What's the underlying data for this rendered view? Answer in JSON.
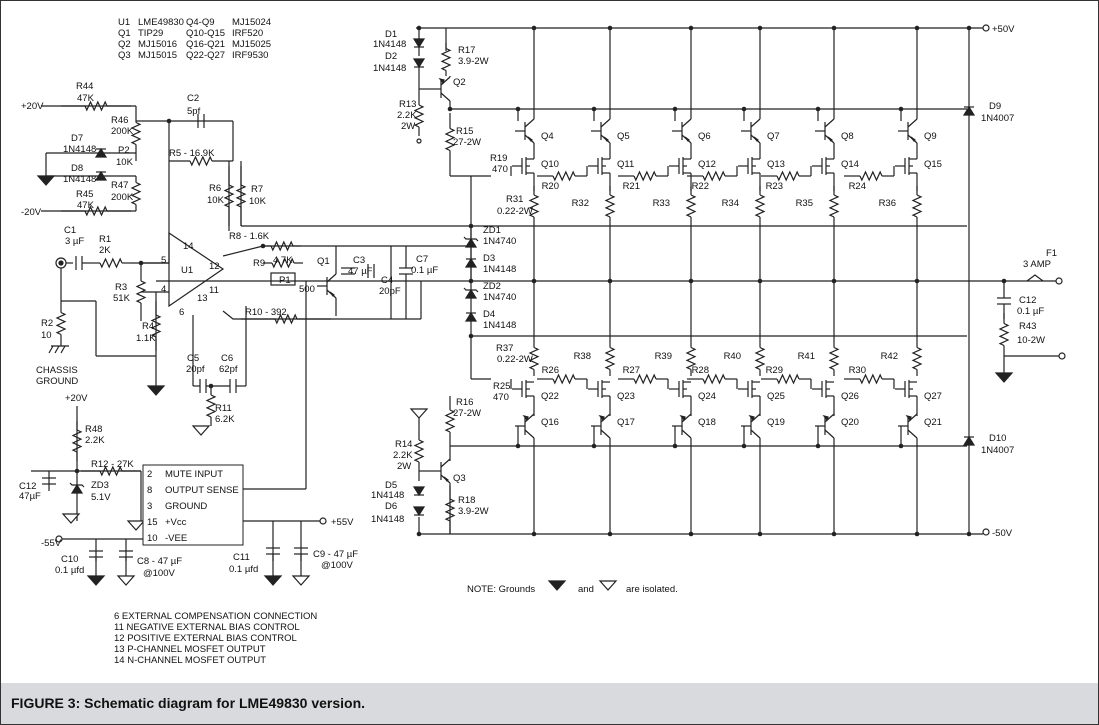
{
  "parts_list": [
    {
      "ref": "U1",
      "part": "LME49830"
    },
    {
      "ref": "Q1",
      "part": "TIP29"
    },
    {
      "ref": "Q2",
      "part": "MJ15016"
    },
    {
      "ref": "Q3",
      "part": "MJ15015"
    },
    {
      "ref": "Q4-Q9",
      "part": "MJ15024"
    },
    {
      "ref": "Q10-Q15",
      "part": "IRF520"
    },
    {
      "ref": "Q16-Q21",
      "part": "MJ15025"
    },
    {
      "ref": "Q22-Q27",
      "part": "IRF9530"
    }
  ],
  "labels": [
    {
      "id": "d1",
      "text": "D1"
    },
    {
      "id": "d1v",
      "text": "1N4148"
    },
    {
      "id": "d2",
      "text": "D2"
    },
    {
      "id": "d2v",
      "text": "1N4148"
    },
    {
      "id": "r17",
      "text": "R17"
    },
    {
      "id": "r17v",
      "text": "3.9-2W"
    },
    {
      "id": "q2",
      "text": "Q2"
    },
    {
      "id": "r13",
      "text": "R13"
    },
    {
      "id": "r13v1",
      "text": "2.2K"
    },
    {
      "id": "r13v2",
      "text": "2W"
    },
    {
      "id": "r15",
      "text": "R15"
    },
    {
      "id": "r15v",
      "text": "27-2W"
    },
    {
      "id": "p50",
      "text": "+50V"
    },
    {
      "id": "m50",
      "text": "-50V"
    },
    {
      "id": "d9",
      "text": "D9"
    },
    {
      "id": "d9v",
      "text": "1N4007"
    },
    {
      "id": "d10",
      "text": "D10"
    },
    {
      "id": "d10v",
      "text": "1N4007"
    },
    {
      "id": "f1",
      "text": "F1"
    },
    {
      "id": "f1v",
      "text": "3 AMP"
    },
    {
      "id": "c12r",
      "text": "C12"
    },
    {
      "id": "c12rv",
      "text": "0.1 µF"
    },
    {
      "id": "r43",
      "text": "R43"
    },
    {
      "id": "r43v",
      "text": "10-2W"
    },
    {
      "id": "p20",
      "text": "+20V"
    },
    {
      "id": "r44",
      "text": "R44"
    },
    {
      "id": "r44v",
      "text": "47K"
    },
    {
      "id": "r46",
      "text": "R46"
    },
    {
      "id": "r46v",
      "text": "200K"
    },
    {
      "id": "d7",
      "text": "D7"
    },
    {
      "id": "d7v",
      "text": "1N4148"
    },
    {
      "id": "p2",
      "text": "P2"
    },
    {
      "id": "p2v",
      "text": "10K"
    },
    {
      "id": "d8",
      "text": "D8"
    },
    {
      "id": "d8v",
      "text": "1N4148"
    },
    {
      "id": "r47",
      "text": "R47"
    },
    {
      "id": "r47v",
      "text": "200K"
    },
    {
      "id": "r45",
      "text": "R45"
    },
    {
      "id": "r45v",
      "text": "47K"
    },
    {
      "id": "m20",
      "text": "-20V"
    },
    {
      "id": "c2",
      "text": "C2"
    },
    {
      "id": "c2v",
      "text": "5pf"
    },
    {
      "id": "r5",
      "text": "R5 - 16.9K"
    },
    {
      "id": "r6",
      "text": "R6"
    },
    {
      "id": "r6v",
      "text": "10K"
    },
    {
      "id": "r7",
      "text": "R7"
    },
    {
      "id": "r7v",
      "text": "10K"
    },
    {
      "id": "c1",
      "text": "C1"
    },
    {
      "id": "c1v",
      "text": "3 µF"
    },
    {
      "id": "r1",
      "text": "R1"
    },
    {
      "id": "r1v",
      "text": "2K"
    },
    {
      "id": "r3",
      "text": "R3"
    },
    {
      "id": "r3v",
      "text": "51K"
    },
    {
      "id": "r2",
      "text": "R2"
    },
    {
      "id": "r2v",
      "text": "10"
    },
    {
      "id": "chassis1",
      "text": "CHASSIS"
    },
    {
      "id": "chassis2",
      "text": "GROUND"
    },
    {
      "id": "r4",
      "text": "R4"
    },
    {
      "id": "r4v",
      "text": "1.1K"
    },
    {
      "id": "u1",
      "text": "U1"
    },
    {
      "id": "pin14",
      "text": "14"
    },
    {
      "id": "pin5",
      "text": "5"
    },
    {
      "id": "pin4",
      "text": "4"
    },
    {
      "id": "pin12",
      "text": "12"
    },
    {
      "id": "pin11",
      "text": "11"
    },
    {
      "id": "pin13",
      "text": "13"
    },
    {
      "id": "pin6",
      "text": "6"
    },
    {
      "id": "r8",
      "text": "R8 - 1.6K"
    },
    {
      "id": "r9",
      "text": "R9"
    },
    {
      "id": "r9v",
      "text": "4.7K"
    },
    {
      "id": "p1",
      "text": "P1"
    },
    {
      "id": "p1v",
      "text": "500"
    },
    {
      "id": "q1",
      "text": "Q1"
    },
    {
      "id": "c3",
      "text": "C3"
    },
    {
      "id": "c3v",
      "text": "47 µF"
    },
    {
      "id": "c4",
      "text": "C4"
    },
    {
      "id": "c4v",
      "text": "20pF"
    },
    {
      "id": "c7",
      "text": "C7"
    },
    {
      "id": "c7v",
      "text": "0.1 µF"
    },
    {
      "id": "r10",
      "text": "R10 - 392"
    },
    {
      "id": "c5",
      "text": "C5"
    },
    {
      "id": "c5v",
      "text": "20pf"
    },
    {
      "id": "c6",
      "text": "C6"
    },
    {
      "id": "c6v",
      "text": "62pf"
    },
    {
      "id": "r11",
      "text": "R11"
    },
    {
      "id": "r11v",
      "text": "6.2K"
    },
    {
      "id": "zd1",
      "text": "ZD1"
    },
    {
      "id": "zd1v",
      "text": "1N4740"
    },
    {
      "id": "d3",
      "text": "D3"
    },
    {
      "id": "d3v",
      "text": "1N4148"
    },
    {
      "id": "zd2",
      "text": "ZD2"
    },
    {
      "id": "zd2v",
      "text": "1N4740"
    },
    {
      "id": "d4",
      "text": "D4"
    },
    {
      "id": "d4v",
      "text": "1N4148"
    },
    {
      "id": "r19",
      "text": "R19"
    },
    {
      "id": "r19v",
      "text": "470"
    },
    {
      "id": "r31",
      "text": "R31"
    },
    {
      "id": "r31v",
      "text": "0.22-2W"
    },
    {
      "id": "r37",
      "text": "R37"
    },
    {
      "id": "r37v",
      "text": "0.22-2W"
    },
    {
      "id": "r25",
      "text": "R25"
    },
    {
      "id": "r25v",
      "text": "470"
    },
    {
      "id": "r16",
      "text": "R16"
    },
    {
      "id": "r16v",
      "text": "27-2W"
    },
    {
      "id": "r14",
      "text": "R14"
    },
    {
      "id": "r14v1",
      "text": "2.2K"
    },
    {
      "id": "r14v2",
      "text": "2W"
    },
    {
      "id": "q3",
      "text": "Q3"
    },
    {
      "id": "d5",
      "text": "D5"
    },
    {
      "id": "d5v",
      "text": "1N4148"
    },
    {
      "id": "d6",
      "text": "D6"
    },
    {
      "id": "d6v",
      "text": "1N4148"
    },
    {
      "id": "r18",
      "text": "R18"
    },
    {
      "id": "r18v",
      "text": "3.9-2W"
    },
    {
      "id": "q4",
      "text": "Q4"
    },
    {
      "id": "q5",
      "text": "Q5"
    },
    {
      "id": "q6",
      "text": "Q6"
    },
    {
      "id": "q7",
      "text": "Q7"
    },
    {
      "id": "q8",
      "text": "Q8"
    },
    {
      "id": "q9",
      "text": "Q9"
    },
    {
      "id": "q10",
      "text": "Q10"
    },
    {
      "id": "q11",
      "text": "Q11"
    },
    {
      "id": "q12",
      "text": "Q12"
    },
    {
      "id": "q13",
      "text": "Q13"
    },
    {
      "id": "q14",
      "text": "Q14"
    },
    {
      "id": "q15",
      "text": "Q15"
    },
    {
      "id": "r20",
      "text": "R20"
    },
    {
      "id": "r21",
      "text": "R21"
    },
    {
      "id": "r22",
      "text": "R22"
    },
    {
      "id": "r23",
      "text": "R23"
    },
    {
      "id": "r24",
      "text": "R24"
    },
    {
      "id": "r32",
      "text": "R32"
    },
    {
      "id": "r33",
      "text": "R33"
    },
    {
      "id": "r34",
      "text": "R34"
    },
    {
      "id": "r35",
      "text": "R35"
    },
    {
      "id": "r36",
      "text": "R36"
    },
    {
      "id": "r38",
      "text": "R38"
    },
    {
      "id": "r39",
      "text": "R39"
    },
    {
      "id": "r40",
      "text": "R40"
    },
    {
      "id": "r41",
      "text": "R41"
    },
    {
      "id": "r42",
      "text": "R42"
    },
    {
      "id": "r26",
      "text": "R26"
    },
    {
      "id": "r27",
      "text": "R27"
    },
    {
      "id": "r28",
      "text": "R28"
    },
    {
      "id": "r29",
      "text": "R29"
    },
    {
      "id": "r30",
      "text": "R30"
    },
    {
      "id": "q22",
      "text": "Q22"
    },
    {
      "id": "q23",
      "text": "Q23"
    },
    {
      "id": "q24",
      "text": "Q24"
    },
    {
      "id": "q25",
      "text": "Q25"
    },
    {
      "id": "q26",
      "text": "Q26"
    },
    {
      "id": "q27",
      "text": "Q27"
    },
    {
      "id": "q16",
      "text": "Q16"
    },
    {
      "id": "q17",
      "text": "Q17"
    },
    {
      "id": "q18",
      "text": "Q18"
    },
    {
      "id": "q19",
      "text": "Q19"
    },
    {
      "id": "q20",
      "text": "Q20"
    },
    {
      "id": "q21",
      "text": "Q21"
    },
    {
      "id": "p20b",
      "text": "+20V"
    },
    {
      "id": "r48",
      "text": "R48"
    },
    {
      "id": "r48v",
      "text": "2.2K"
    },
    {
      "id": "r12",
      "text": "R12 - 27K"
    },
    {
      "id": "c12l",
      "text": "C12"
    },
    {
      "id": "c12lv",
      "text": "47µF"
    },
    {
      "id": "zd3",
      "text": "ZD3"
    },
    {
      "id": "zd3v",
      "text": "5.1V"
    },
    {
      "id": "m55",
      "text": "-55V"
    },
    {
      "id": "p55",
      "text": "+55V"
    },
    {
      "id": "c10",
      "text": "C10"
    },
    {
      "id": "c10v",
      "text": "0.1 µfd"
    },
    {
      "id": "c8",
      "text": "C8 - 47 µF"
    },
    {
      "id": "c8v",
      "text": "@100V"
    },
    {
      "id": "c11",
      "text": "C11"
    },
    {
      "id": "c11v",
      "text": "0.1 µfd"
    },
    {
      "id": "c9",
      "text": "C9 - 47 µF"
    },
    {
      "id": "c9v",
      "text": "@100V"
    },
    {
      "id": "note_a",
      "text": "NOTE:  Grounds"
    },
    {
      "id": "note_b",
      "text": "and"
    },
    {
      "id": "note_c",
      "text": "are isolated."
    }
  ],
  "pin_table": [
    {
      "pin": "2",
      "name": "MUTE INPUT"
    },
    {
      "pin": "8",
      "name": "OUTPUT SENSE"
    },
    {
      "pin": "3",
      "name": "GROUND"
    },
    {
      "pin": "15",
      "name": "+Vcc"
    },
    {
      "pin": "10",
      "name": "-VEE"
    }
  ],
  "pin_notes": [
    "6  EXTERNAL COMPENSATION CONNECTION",
    "11  NEGATIVE EXTERNAL BIAS CONTROL",
    "12  POSITIVE EXTERNAL BIAS CONTROL",
    "13  P-CHANNEL MOSFET OUTPUT",
    "14  N-CHANNEL MOSFET OUTPUT"
  ],
  "caption": "FIGURE 3: Schematic diagram for LME49830 version."
}
